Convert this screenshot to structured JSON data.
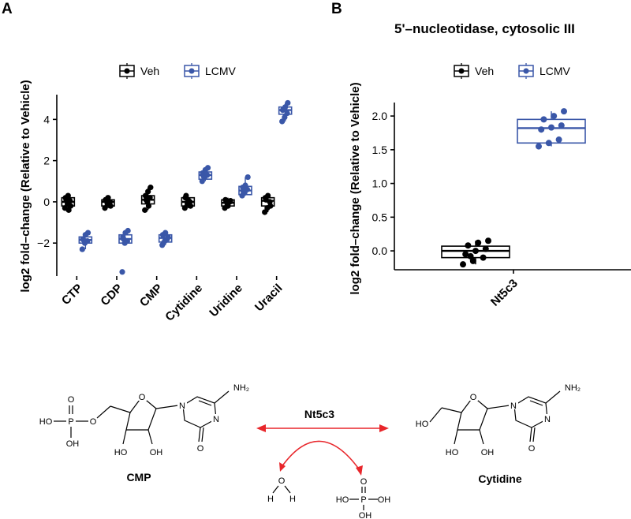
{
  "panels": {
    "a": {
      "letter": "A"
    },
    "b": {
      "letter": "B",
      "title": "5'–nucleotidase, cytosolic III"
    }
  },
  "legend": {
    "items": [
      "Veh",
      "LCMV"
    ]
  },
  "colors": {
    "veh": "#000000",
    "lcmv": "#3a57a8",
    "reaction_arrow": "#e8262b"
  },
  "chart_data": [
    {
      "type": "box",
      "panel": "A",
      "ylabel": "log2 fold–change (Relative to Vehicle)",
      "xlabel": "",
      "categories": [
        "CTP",
        "CDP",
        "CMP",
        "Cytidine",
        "Uridine",
        "Uracil"
      ],
      "y_ticks": [
        -2,
        0,
        2,
        4
      ],
      "ylim": [
        -3.6,
        5.2
      ],
      "legend_position": "top",
      "grid": false,
      "series": [
        {
          "name": "Veh",
          "boxes": [
            {
              "q1": -0.2,
              "median": 0.0,
              "q3": 0.2,
              "whisker_low": -0.4,
              "whisker_high": 0.4
            },
            {
              "q1": -0.2,
              "median": 0.0,
              "q3": 0.1,
              "whisker_low": -0.3,
              "whisker_high": 0.3
            },
            {
              "q1": -0.1,
              "median": 0.1,
              "q3": 0.3,
              "whisker_low": -0.4,
              "whisker_high": 0.7
            },
            {
              "q1": -0.2,
              "median": 0.0,
              "q3": 0.2,
              "whisker_low": -0.3,
              "whisker_high": 0.3
            },
            {
              "q1": -0.2,
              "median": -0.05,
              "q3": 0.1,
              "whisker_low": -0.3,
              "whisker_high": 0.2
            },
            {
              "q1": -0.2,
              "median": 0.05,
              "q3": 0.2,
              "whisker_low": -0.5,
              "whisker_high": 0.4
            }
          ],
          "points": [
            [
              -0.3,
              -0.1,
              0.05,
              0.2,
              0.3,
              -0.2,
              0.1,
              -0.4
            ],
            [
              -0.3,
              -0.1,
              0.0,
              0.1,
              0.2,
              -0.2,
              0.05
            ],
            [
              -0.4,
              0.0,
              0.2,
              0.3,
              0.5,
              0.7,
              0.1,
              -0.2
            ],
            [
              -0.3,
              -0.1,
              0.0,
              0.2,
              0.1,
              -0.2,
              0.3
            ],
            [
              -0.3,
              -0.1,
              0.0,
              0.1,
              -0.2,
              0.05
            ],
            [
              -0.5,
              -0.3,
              0.0,
              0.2,
              0.3,
              -0.2,
              0.1
            ]
          ]
        },
        {
          "name": "LCMV",
          "boxes": [
            {
              "q1": -2.0,
              "median": -1.85,
              "q3": -1.7,
              "whisker_low": -2.3,
              "whisker_high": -1.5
            },
            {
              "q1": -2.0,
              "median": -1.8,
              "q3": -1.6,
              "whisker_low": -2.1,
              "whisker_high": -1.4
            },
            {
              "q1": -1.95,
              "median": -1.75,
              "q3": -1.6,
              "whisker_low": -2.1,
              "whisker_high": -1.4
            },
            {
              "q1": 1.1,
              "median": 1.3,
              "q3": 1.45,
              "whisker_low": 1.0,
              "whisker_high": 1.65
            },
            {
              "q1": 0.35,
              "median": 0.55,
              "q3": 0.75,
              "whisker_low": 0.3,
              "whisker_high": 1.2
            },
            {
              "q1": 4.25,
              "median": 4.45,
              "q3": 4.6,
              "whisker_low": 3.9,
              "whisker_high": 4.8
            }
          ],
          "points": [
            [
              -2.3,
              -2.0,
              -1.9,
              -1.8,
              -1.6,
              -1.5,
              -1.85
            ],
            [
              -3.4,
              -2.0,
              -1.9,
              -1.7,
              -1.5,
              -1.4,
              -1.8
            ],
            [
              -2.1,
              -1.9,
              -1.8,
              -1.6,
              -1.5,
              -1.7,
              -2.0
            ],
            [
              1.0,
              1.2,
              1.3,
              1.4,
              1.55,
              1.65,
              1.25
            ],
            [
              0.3,
              0.45,
              0.6,
              0.7,
              0.8,
              1.2,
              0.5
            ],
            [
              3.9,
              4.1,
              4.3,
              4.45,
              4.6,
              4.8,
              4.5
            ]
          ]
        }
      ]
    },
    {
      "type": "box",
      "panel": "B",
      "title": "5'–nucleotidase, cytosolic III",
      "ylabel": "log2 fold–change (Relative to Vehicle)",
      "xlabel": "",
      "categories": [
        "Nt5c3"
      ],
      "y_ticks": [
        0.0,
        0.5,
        1.0,
        1.5,
        2.0
      ],
      "ylim": [
        -0.28,
        2.2
      ],
      "legend_position": "top",
      "grid": false,
      "series": [
        {
          "name": "Veh",
          "boxes": [
            {
              "q1": -0.1,
              "median": 0.0,
              "q3": 0.07,
              "whisker_low": -0.2,
              "whisker_high": 0.15
            }
          ],
          "points": [
            [
              -0.2,
              -0.15,
              -0.1,
              -0.05,
              0.0,
              0.03,
              0.08,
              0.12,
              0.15,
              -0.08
            ]
          ]
        },
        {
          "name": "LCMV",
          "boxes": [
            {
              "q1": 1.6,
              "median": 1.82,
              "q3": 1.95,
              "whisker_low": 1.55,
              "whisker_high": 2.07
            }
          ],
          "points": [
            [
              1.55,
              1.6,
              1.65,
              1.8,
              1.83,
              1.86,
              1.95,
              2.0,
              2.07
            ]
          ]
        }
      ]
    }
  ],
  "reaction": {
    "enzyme": "Nt5c3",
    "substrate_name": "CMP",
    "product_name": "Cytidine",
    "labels": {
      "ho": "HO",
      "oh": "OH",
      "o": "O",
      "p": "P",
      "n": "N",
      "nh2": "NH₂",
      "h": "H"
    }
  }
}
